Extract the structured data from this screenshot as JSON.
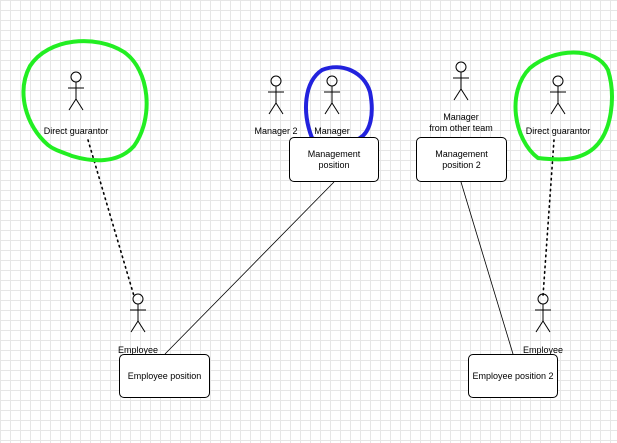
{
  "actors": {
    "direct_guarantor_left": "Direct guarantor",
    "manager_2": "Manager 2",
    "manager": "Manager",
    "manager_other_team": "Manager\nfrom other team",
    "direct_guarantor_right": "Direct guarantor",
    "employee_left": "Employee",
    "employee_right": "Employee"
  },
  "positions": {
    "management_position": "Management\nposition",
    "management_position_2": "Management\nposition 2",
    "employee_position": "Employee position",
    "employee_position_2": "Employee position 2"
  },
  "highlight_colors": {
    "guarantor_circle": "#22ee22",
    "manager_circle": "#2222dd"
  }
}
